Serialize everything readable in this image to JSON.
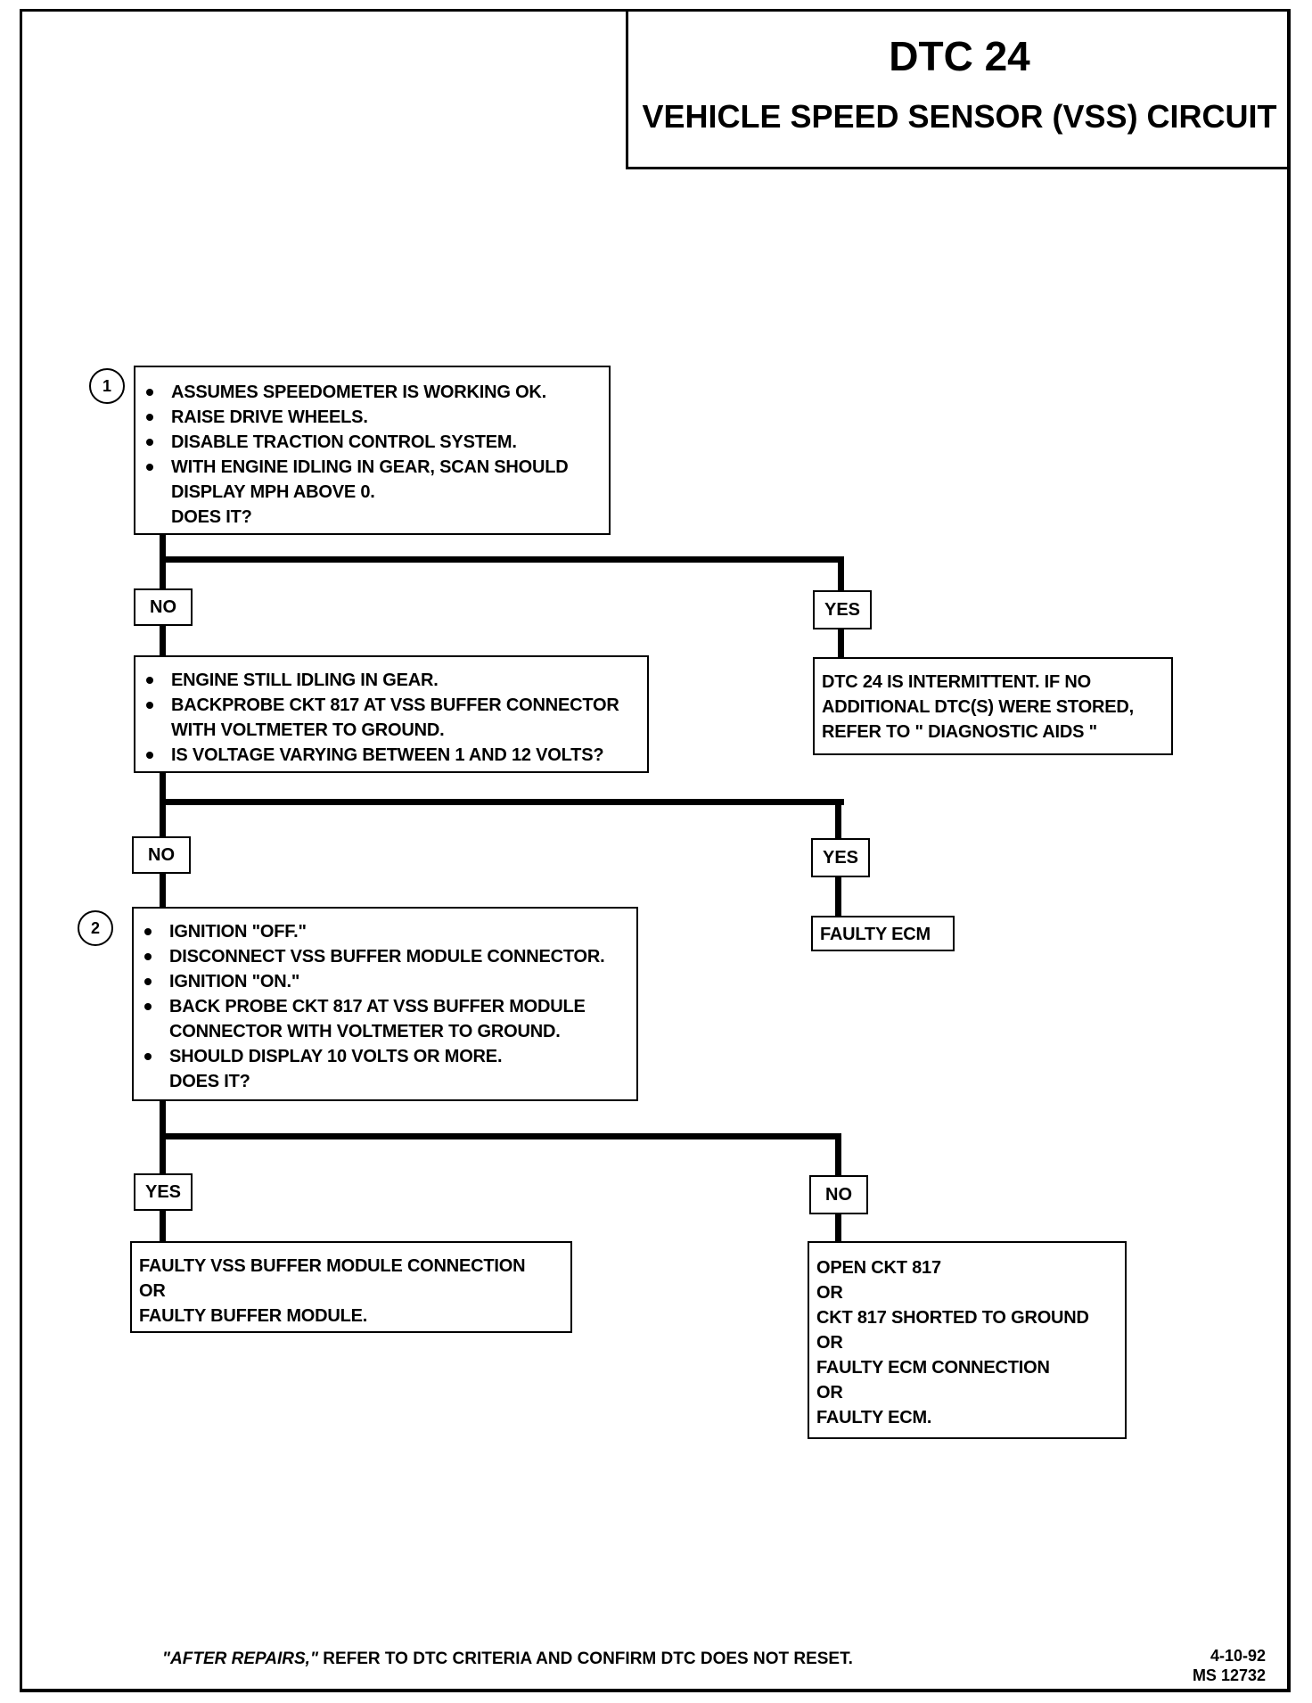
{
  "header": {
    "title": "DTC 24",
    "subtitle": "VEHICLE SPEED SENSOR (VSS) CIRCUIT"
  },
  "steps": {
    "step1_number": "1",
    "step2_number": "2"
  },
  "box1": {
    "items": [
      "ASSUMES SPEEDOMETER IS WORKING OK.",
      "RAISE DRIVE WHEELS.",
      "DISABLE TRACTION CONTROL SYSTEM.",
      "WITH ENGINE IDLING IN GEAR, SCAN SHOULD"
    ],
    "continuation": [
      "DISPLAY MPH ABOVE 0.",
      "DOES IT?"
    ]
  },
  "branch1": {
    "no": "NO",
    "yes": "YES"
  },
  "box_yes1": {
    "lines": [
      "DTC 24 IS INTERMITTENT.  IF NO",
      "ADDITIONAL DTC(S) WERE STORED,",
      "REFER TO  \" DIAGNOSTIC  AIDS \""
    ]
  },
  "box2": {
    "items": [
      "ENGINE STILL IDLING IN GEAR.",
      "BACKPROBE CKT 817 AT VSS BUFFER CONNECTOR"
    ],
    "continuation": "WITH VOLTMETER TO GROUND.",
    "last_item": "IS VOLTAGE VARYING BETWEEN 1 AND 12  VOLTS?"
  },
  "branch2": {
    "no": "NO",
    "yes": "YES"
  },
  "box_yes2": {
    "text": "FAULTY ECM"
  },
  "box3": {
    "items": [
      "IGNITION \"OFF.\"",
      "DISCONNECT VSS BUFFER MODULE CONNECTOR.",
      "IGNITION \"ON.\"",
      "BACK PROBE CKT 817 AT VSS BUFFER MODULE"
    ],
    "continuation1": "CONNECTOR WITH VOLTMETER TO GROUND.",
    "last_item": "SHOULD DISPLAY 10 VOLTS OR MORE.",
    "continuation2": "DOES IT?"
  },
  "branch3": {
    "yes": "YES",
    "no": "NO"
  },
  "box_yes3": {
    "lines": [
      "FAULTY VSS BUFFER MODULE CONNECTION",
      "OR",
      "FAULTY BUFFER MODULE."
    ]
  },
  "box_no3": {
    "lines": [
      "OPEN CKT 817",
      "OR",
      "CKT 817 SHORTED TO GROUND",
      "OR",
      "FAULTY ECM CONNECTION",
      "OR",
      "FAULTY ECM."
    ]
  },
  "footer": {
    "after_repairs": "\"AFTER REPAIRS,\"",
    "text": " REFER TO DTC CRITERIA  AND CONFIRM DTC DOES NOT RESET.",
    "date": "4-10-92",
    "code": "MS 12732"
  }
}
